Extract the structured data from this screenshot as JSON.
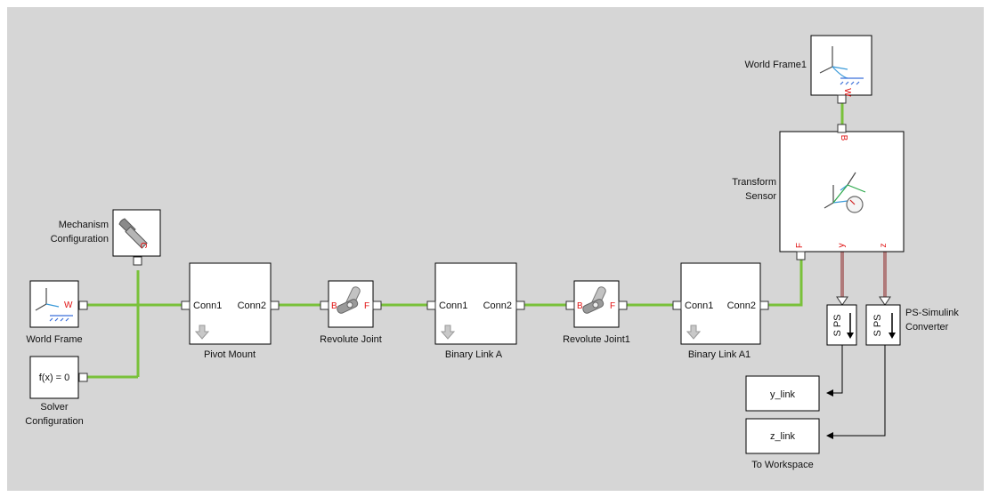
{
  "canvas": {
    "background": "#d6d6d6",
    "wire_color": "#79c13a",
    "signal_wire_color": "#b07a7a"
  },
  "blocks": {
    "world_frame1": {
      "label": "World Frame1",
      "port_w": "W"
    },
    "world_frame": {
      "label": "World Frame",
      "port_w": "W"
    },
    "mechanism_config": {
      "label_line1": "Mechanism",
      "label_line2": "Configuration",
      "port_c": "C"
    },
    "solver_config": {
      "expr": "f(x) = 0",
      "label_line1": "Solver",
      "label_line2": "Configuration"
    },
    "pivot_mount": {
      "label": "Pivot Mount",
      "conn1": "Conn1",
      "conn2": "Conn2"
    },
    "revolute_joint": {
      "label": "Revolute Joint",
      "port_b": "B",
      "port_f": "F"
    },
    "binary_link_a": {
      "label": "Binary Link A",
      "conn1": "Conn1",
      "conn2": "Conn2"
    },
    "revolute_joint1": {
      "label": "Revolute Joint1",
      "port_b": "B",
      "port_f": "F"
    },
    "binary_link_a1": {
      "label": "Binary Link A1",
      "conn1": "Conn1",
      "conn2": "Conn2"
    },
    "transform_sensor": {
      "label_line1": "Transform",
      "label_line2": "Sensor",
      "port_b": "B",
      "port_f": "F",
      "port_y": "y",
      "port_z": "z"
    },
    "ps_converter": {
      "label_line1": "PS-Simulink",
      "label_line2": "Converter",
      "text": "S PS"
    },
    "y_link": {
      "text": "y_link"
    },
    "z_link": {
      "text": "z_link"
    },
    "to_workspace": {
      "label": "To Workspace"
    }
  }
}
